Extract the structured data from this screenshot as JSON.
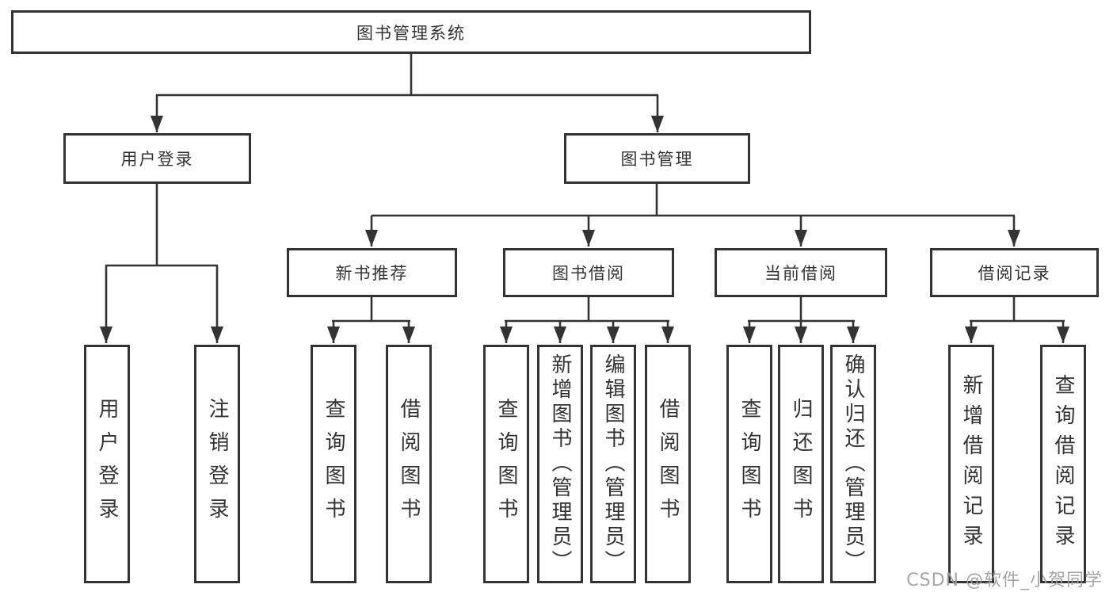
{
  "tree": {
    "root": {
      "label": "图书管理系统"
    },
    "branches": [
      {
        "label": "用户登录",
        "children": [
          {
            "label": "用户登录"
          },
          {
            "label": "注销登录"
          }
        ]
      },
      {
        "label": "图书管理",
        "children": [
          {
            "label": "新书推荐",
            "children": [
              {
                "label": "查询图书"
              },
              {
                "label": "借阅图书"
              }
            ]
          },
          {
            "label": "图书借阅",
            "children": [
              {
                "label": "查询图书"
              },
              {
                "label": "新增图书（管理员）"
              },
              {
                "label": "编辑图书（管理员）"
              },
              {
                "label": "借阅图书"
              }
            ]
          },
          {
            "label": "当前借阅",
            "children": [
              {
                "label": "查询图书"
              },
              {
                "label": "归还图书"
              },
              {
                "label": "确认归还（管理员）"
              }
            ]
          },
          {
            "label": "借阅记录",
            "children": [
              {
                "label": "新增借阅记录"
              },
              {
                "label": "查询借阅记录"
              }
            ]
          }
        ]
      }
    ]
  },
  "watermark": {
    "text": "CSDN @软件_小贺同学"
  },
  "colors": {
    "line": "#333333",
    "text": "#333333",
    "box_background": "#ffffff",
    "watermark": "#9e9e9e",
    "background": "#ffffff"
  }
}
